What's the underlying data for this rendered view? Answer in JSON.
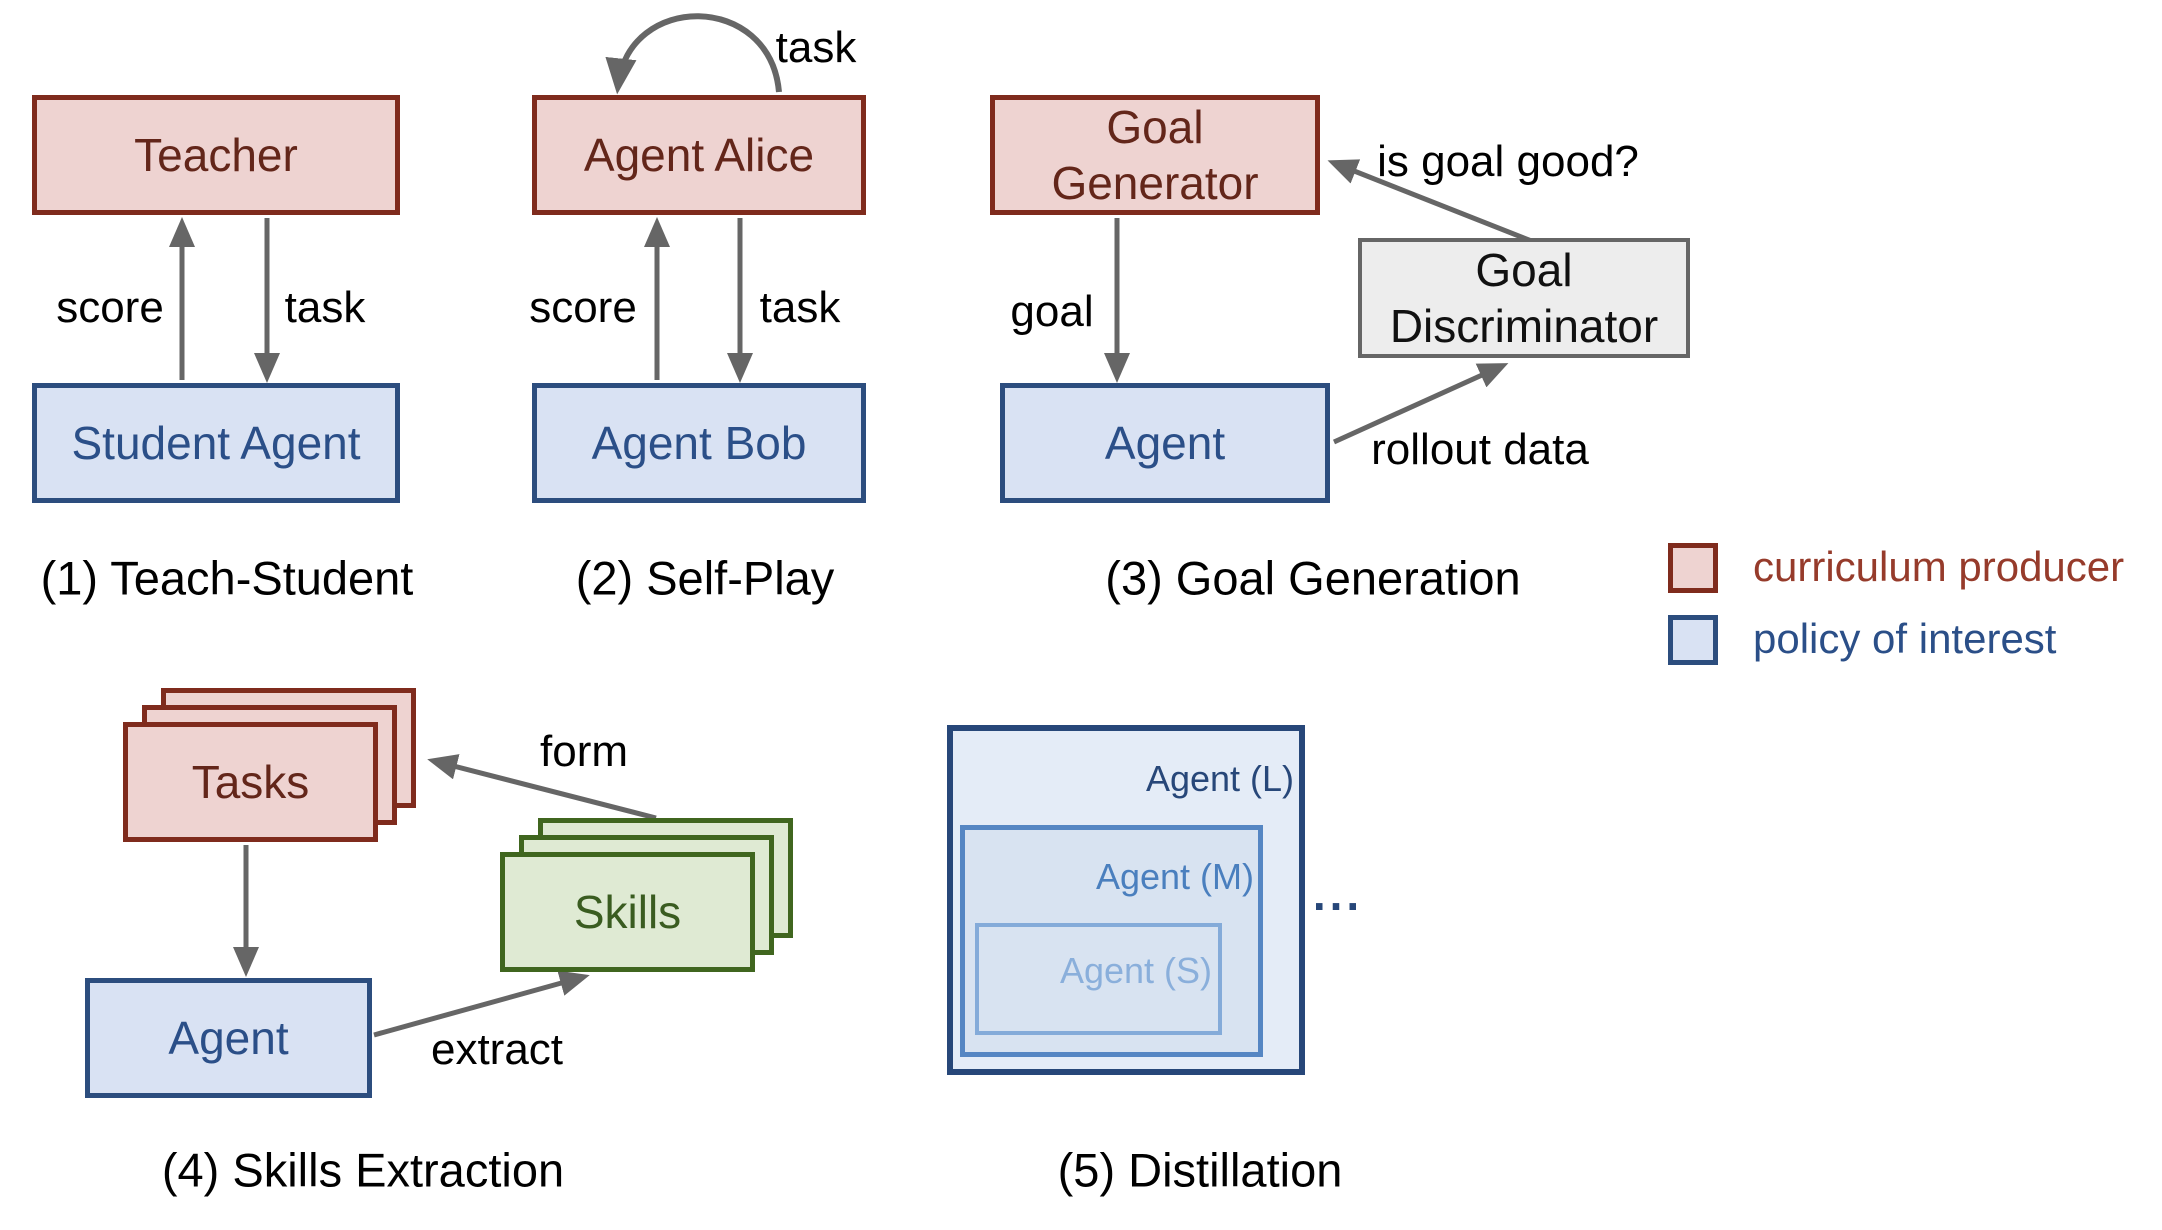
{
  "colors": {
    "producer_fill": "#eed3d1",
    "producer_border": "#7f2b1d",
    "producer_text": "#63261a",
    "policy_fill": "#d9e2f3",
    "policy_border": "#2c4d7e",
    "policy_text": "#2b4f88",
    "skills_fill": "#dfead3",
    "skills_border": "#40661f",
    "skills_text": "#3a5c20",
    "discriminator_fill": "#ededed",
    "discriminator_border": "#666666",
    "discriminator_text": "#111111",
    "arrow": "#666666",
    "label_text": "#000000",
    "legend_producer_text": "#963b2b",
    "legend_policy_text": "#2b4f88",
    "distill_outer_border": "#274779",
    "distill_outer_fill": "#e4ecf7",
    "distill_middle_border": "#5586c3",
    "distill_middle_fill": "#d8e3f1",
    "distill_inner_border": "#84abd9",
    "distill_inner_fill": "#d8e3f1",
    "distill_l_text": "#274779",
    "distill_m_text": "#4a7fbe",
    "distill_s_text": "#8aafdb"
  },
  "sections": {
    "teach_student": {
      "caption": "(1) Teach-Student",
      "teacher": "Teacher",
      "student": "Student Agent",
      "score_label": "score",
      "task_label": "task"
    },
    "self_play": {
      "caption": "(2) Self-Play",
      "alice": "Agent Alice",
      "bob": "Agent Bob",
      "score_label": "score",
      "task_label": "task",
      "loop_label": "task"
    },
    "goal_generation": {
      "caption": "(3) Goal Generation",
      "generator": "Goal\nGenerator",
      "discriminator": "Goal\nDiscriminator",
      "agent": "Agent",
      "goal_label": "goal",
      "rollout_label": "rollout data",
      "feedback_label": "is goal good?"
    },
    "skills_extraction": {
      "caption": "(4) Skills Extraction",
      "tasks": "Tasks",
      "skills": "Skills",
      "agent": "Agent",
      "form_label": "form",
      "extract_label": "extract"
    },
    "distillation": {
      "caption": "(5) Distillation",
      "agent_large": "Agent (L)",
      "agent_medium": "Agent (M)",
      "agent_small": "Agent (S)",
      "ellipsis": "..."
    }
  },
  "legend": {
    "producer_label": "curriculum producer",
    "policy_label": "policy of interest"
  }
}
